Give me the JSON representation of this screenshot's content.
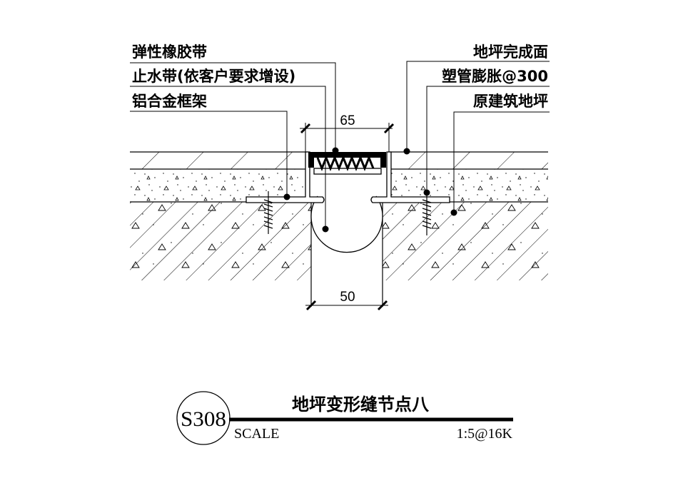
{
  "labels_left": [
    {
      "text": "弹性橡胶带"
    },
    {
      "text": "止水带(依客户要求增设)"
    },
    {
      "text": "铝合金框架"
    }
  ],
  "labels_right": [
    {
      "text": "地坪完成面"
    },
    {
      "text": "塑管膨胀@300"
    },
    {
      "text": "原建筑地坪"
    }
  ],
  "dimensions": {
    "top": "65",
    "bottom": "50"
  },
  "title_block": {
    "code": "S308",
    "title": "地坪变形缝节点八",
    "scale_label": "SCALE",
    "scale_value": "1:5@16K"
  }
}
